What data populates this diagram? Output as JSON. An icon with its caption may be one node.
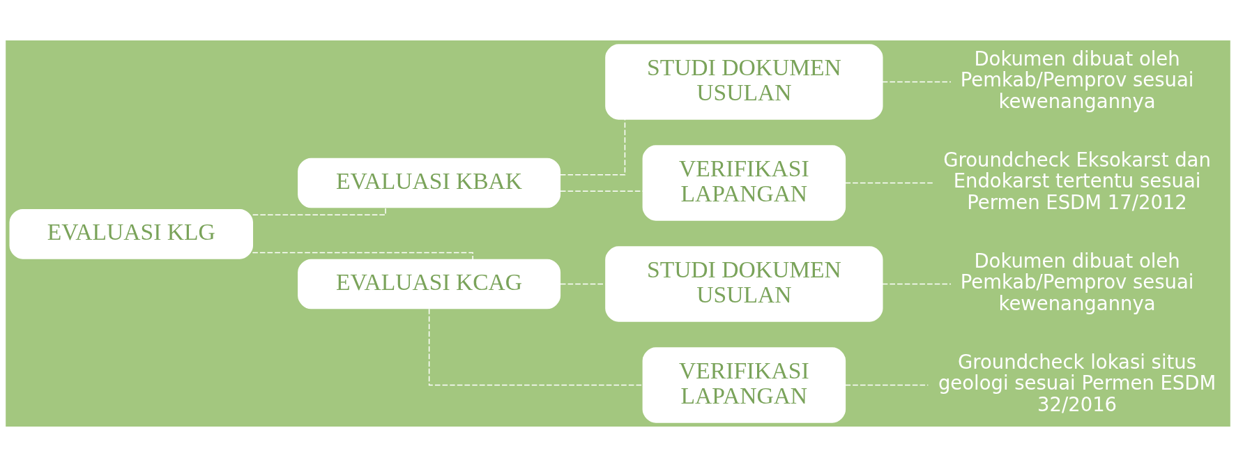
{
  "diagram": {
    "nodes": [
      {
        "text": [
          "EVALUASI KLG"
        ]
      },
      {
        "text": [
          "EVALUASI KBAK"
        ]
      },
      {
        "text": [
          "STUDI DOKUMEN USULAN"
        ]
      },
      {
        "text": [
          "Dokumen dibuat oleh Pemkab/Pemprov sesuai kewenangannya"
        ]
      },
      {
        "text": [
          "VERIFIKASI LAPANGAN"
        ]
      },
      {
        "text": [
          "Groundcheck Eksokarst dan Endokarst tertentu sesuai Permen ESDM 17/2012"
        ]
      },
      {
        "text": [
          "EVALUASI KCAG"
        ]
      },
      {
        "text": [
          "STUDI DOKUMEN USULAN"
        ]
      },
      {
        "text": [
          "Dokumen dibuat oleh Pemkab/Pemprov sesuai kewenangannya"
        ]
      },
      {
        "text": [
          "VERIFIKASI LAPANGAN"
        ]
      },
      {
        "text": [
          "Groundcheck lokasi situs geologi sesuai Permen ESDM 32/2016"
        ]
      }
    ],
    "edges": [
      {
        "from": 0,
        "to": 1,
        "arrow": "none",
        "style": "dashed"
      },
      {
        "from": 0,
        "to": 6,
        "arrow": "none",
        "style": "dashed"
      },
      {
        "from": 1,
        "to": 2,
        "arrow": "none",
        "style": "dashed"
      },
      {
        "from": 1,
        "to": 4,
        "arrow": "none",
        "style": "dashed"
      },
      {
        "from": 2,
        "to": 3,
        "arrow": "none",
        "style": "dashed"
      },
      {
        "from": 4,
        "to": 5,
        "arrow": "none",
        "style": "dashed"
      },
      {
        "from": 6,
        "to": 7,
        "arrow": "none",
        "style": "dashed"
      },
      {
        "from": 6,
        "to": 9,
        "arrow": "none",
        "style": "dashed"
      },
      {
        "from": 7,
        "to": 8,
        "arrow": "none",
        "style": "dashed"
      },
      {
        "from": 9,
        "to": 10,
        "arrow": "none",
        "style": "dashed"
      }
    ]
  }
}
